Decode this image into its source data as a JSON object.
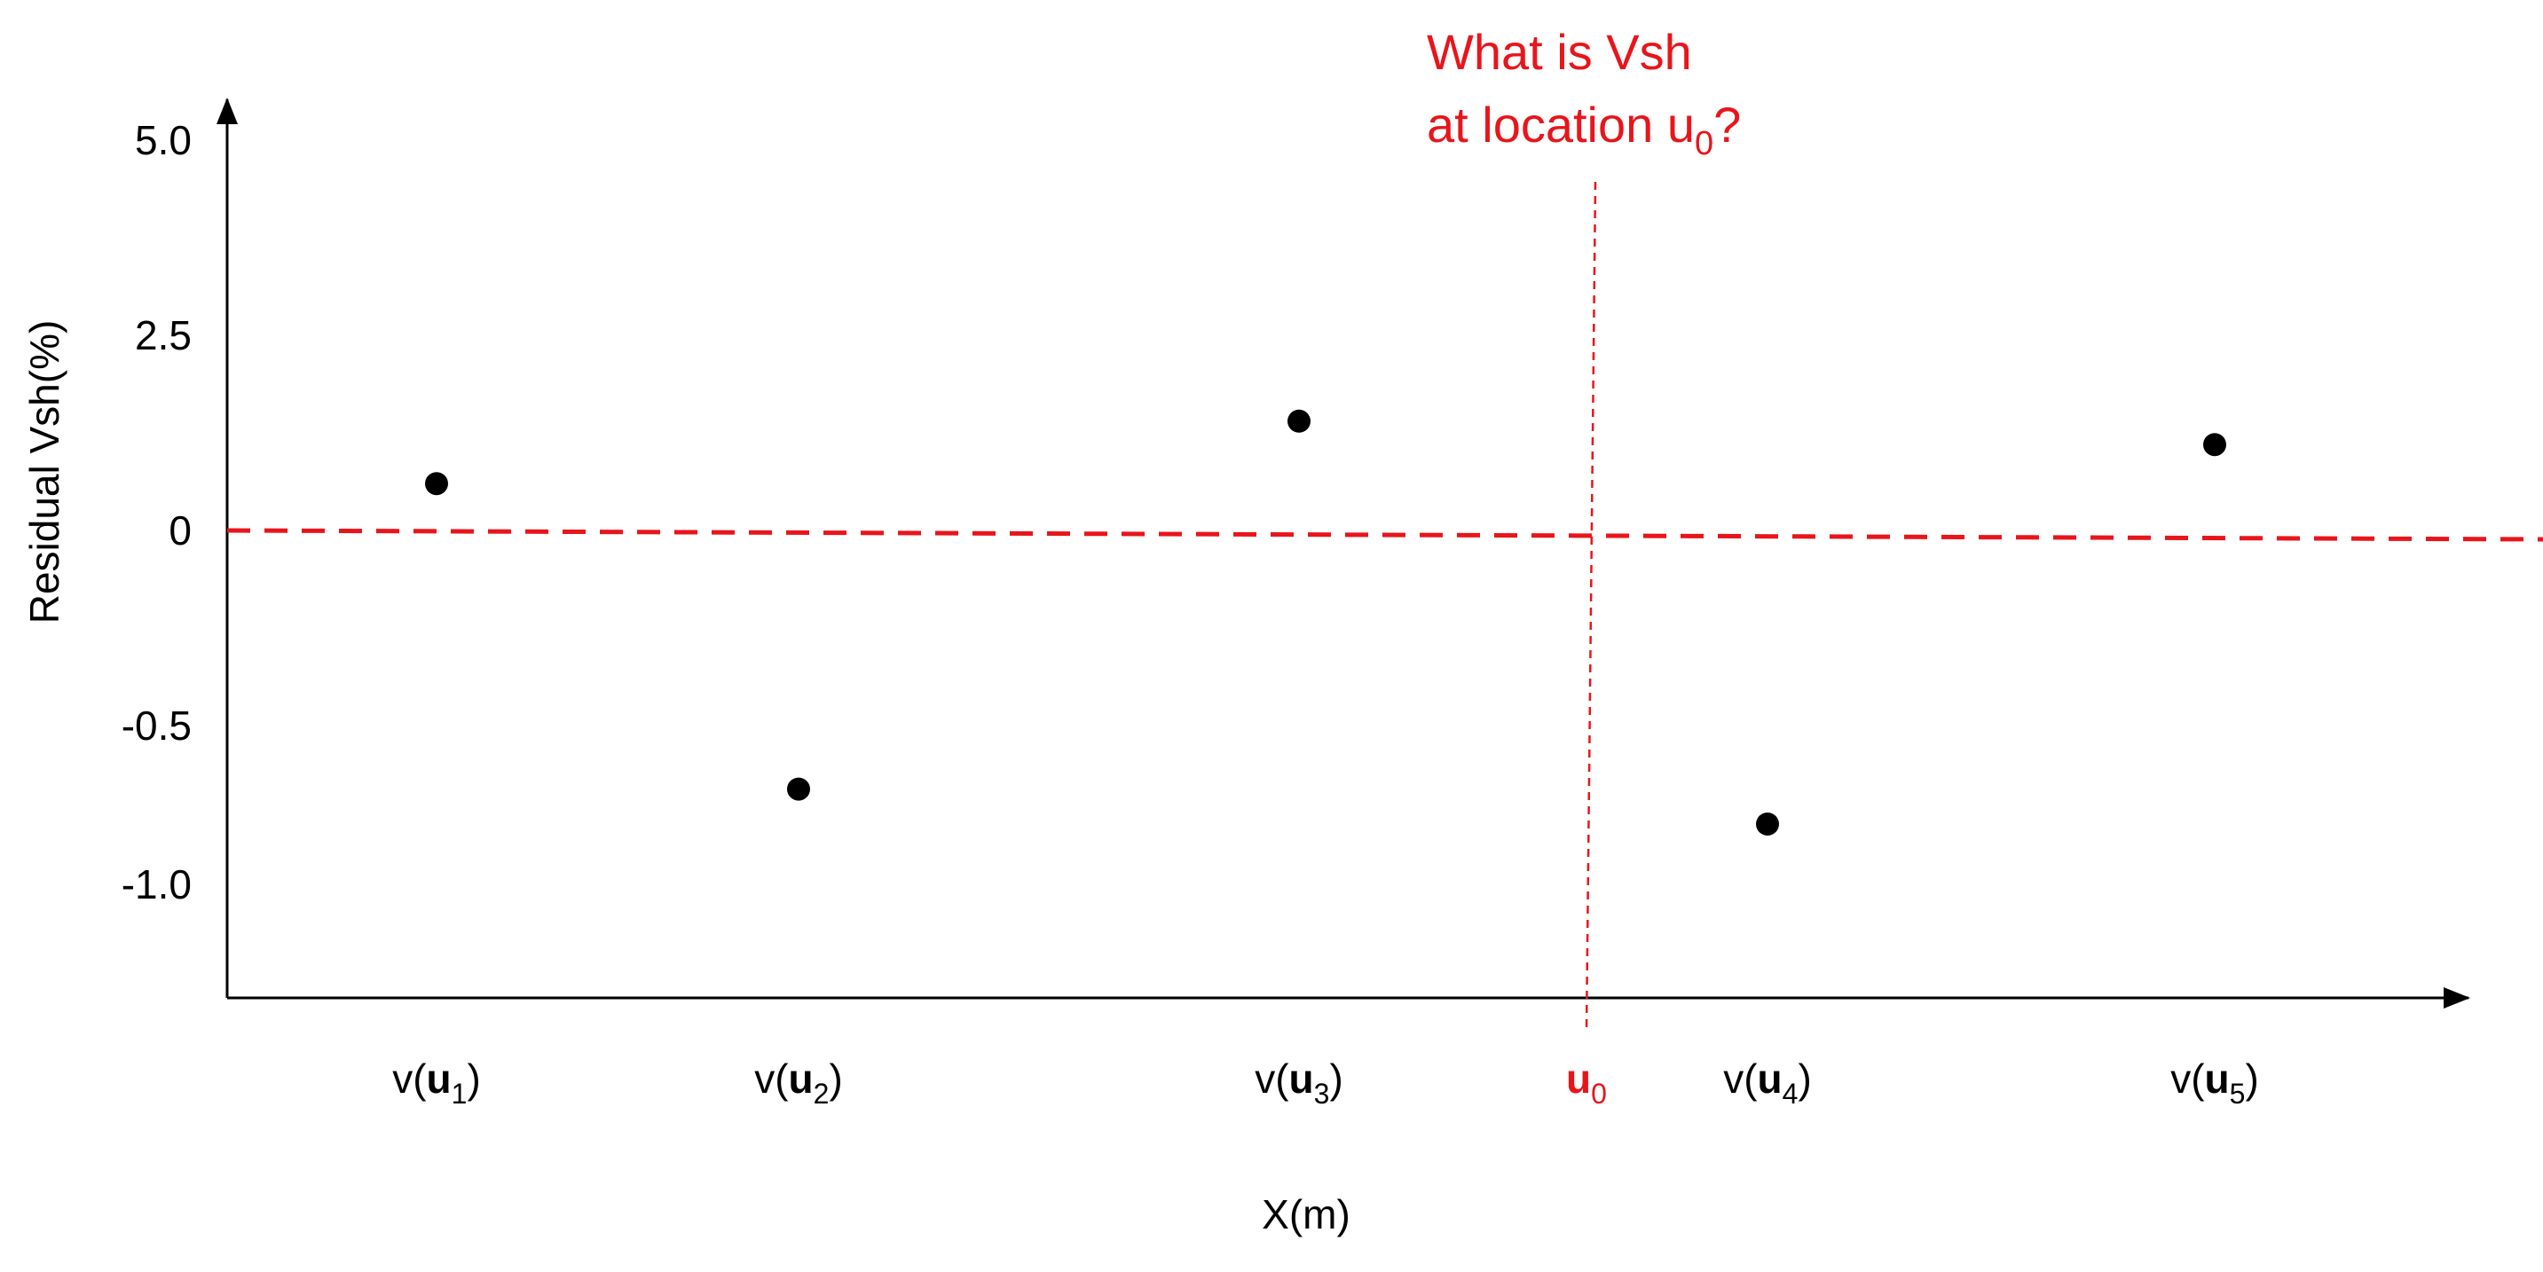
{
  "chart_data": {
    "type": "scatter",
    "title": "",
    "xlabel": "X(m)",
    "ylabel": "Residual Vsh(%)",
    "y_ticks": [
      {
        "value": 5.0,
        "label": "5.0"
      },
      {
        "value": 2.5,
        "label": "2.5"
      },
      {
        "value": 0,
        "label": "0"
      },
      {
        "value": -0.5,
        "label": "-0.5"
      },
      {
        "value": -1.0,
        "label": "-1.0"
      }
    ],
    "ylim": [
      -1.6,
      5.4
    ],
    "xlim": [
      0,
      10
    ],
    "grid": false,
    "points": [
      {
        "id": "u1",
        "label_prefix": "v(",
        "label_bold": "u",
        "label_sub": "1",
        "label_suffix": ")",
        "x": 0.8,
        "y": 0.6
      },
      {
        "id": "u2",
        "label_prefix": "v(",
        "label_bold": "u",
        "label_sub": "2",
        "label_suffix": ")",
        "x": 2.5,
        "y": -0.7
      },
      {
        "id": "u3",
        "label_prefix": "v(",
        "label_bold": "u",
        "label_sub": "3",
        "label_suffix": ")",
        "x": 4.85,
        "y": 1.4
      },
      {
        "id": "u4",
        "label_prefix": "v(",
        "label_bold": "u",
        "label_sub": "4",
        "label_suffix": ")",
        "x": 7.05,
        "y": -0.81
      },
      {
        "id": "u5",
        "label_prefix": "v(",
        "label_bold": "u",
        "label_sub": "5",
        "label_suffix": ")",
        "x": 9.15,
        "y": 1.1
      }
    ],
    "zero_line": {
      "value": 0,
      "style": "dashed",
      "color": "#e8151b"
    },
    "query_location": {
      "x": 6.2,
      "label_bold": "u",
      "label_sub": "0",
      "color": "#e8151b",
      "annotation_line1": "What is Vsh",
      "annotation_line2_prefix": "at location u",
      "annotation_line2_sub": "0",
      "annotation_line2_suffix": "?"
    }
  },
  "colors": {
    "axis": "#000000",
    "point": "#000000",
    "accent": "#e8151b"
  }
}
